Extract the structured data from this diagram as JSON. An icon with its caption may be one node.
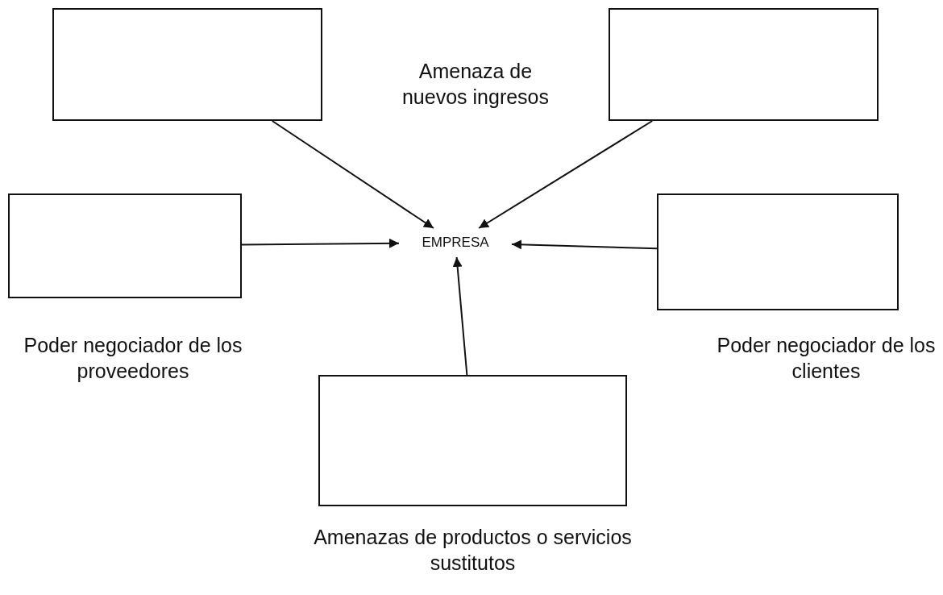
{
  "diagram": {
    "nodes": [
      {
        "text": [],
        "shape": "box"
      },
      {
        "text": [],
        "shape": "box"
      },
      {
        "text": [],
        "shape": "box",
        "beside": [
          "Poder negociador de los proveedores"
        ]
      },
      {
        "text": [
          "EMPRESA"
        ]
      },
      {
        "text": [],
        "shape": "box",
        "beside": [
          "Poder negociador de los clientes"
        ]
      },
      {
        "text": [],
        "shape": "box",
        "beside": [
          "Amenazas de productos o servicios sustitutos"
        ]
      }
    ],
    "edges": [
      {
        "from": 0,
        "to": 3,
        "arrow": "to"
      },
      {
        "from": 1,
        "to": 3,
        "arrow": "to"
      },
      {
        "from": 2,
        "to": 3,
        "arrow": "to"
      },
      {
        "from": 4,
        "to": 3,
        "arrow": "to"
      },
      {
        "from": 5,
        "to": 3,
        "arrow": "to"
      }
    ],
    "labels": [
      "Amenaza de nuevos ingresos"
    ]
  }
}
